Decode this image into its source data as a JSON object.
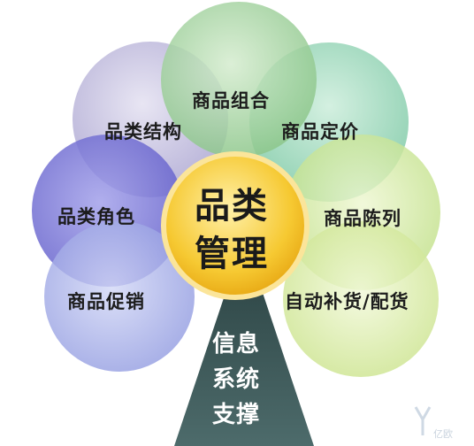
{
  "center": {
    "line1": "品类",
    "line2": "管理"
  },
  "petals": {
    "combo": "商品组合",
    "structure": "品类结构",
    "pricing": "商品定价",
    "role": "品类角色",
    "display": "商品陈列",
    "promotion": "商品促销",
    "replenish": "自动补货/配货"
  },
  "trunk": {
    "line1": "信息",
    "line2": "系统",
    "line3": "支撑"
  },
  "colors": {
    "combo": "#9fd39c",
    "structure": "#b9b3d9",
    "pricing": "#8fd3b4",
    "role": "#7c79d8",
    "display": "#cde79a",
    "promotion": "#a9b2e8",
    "replenish": "#d8ec9e",
    "center": "#f5c53a",
    "trunk": "#3e5a5a"
  },
  "watermark": "亿欧"
}
